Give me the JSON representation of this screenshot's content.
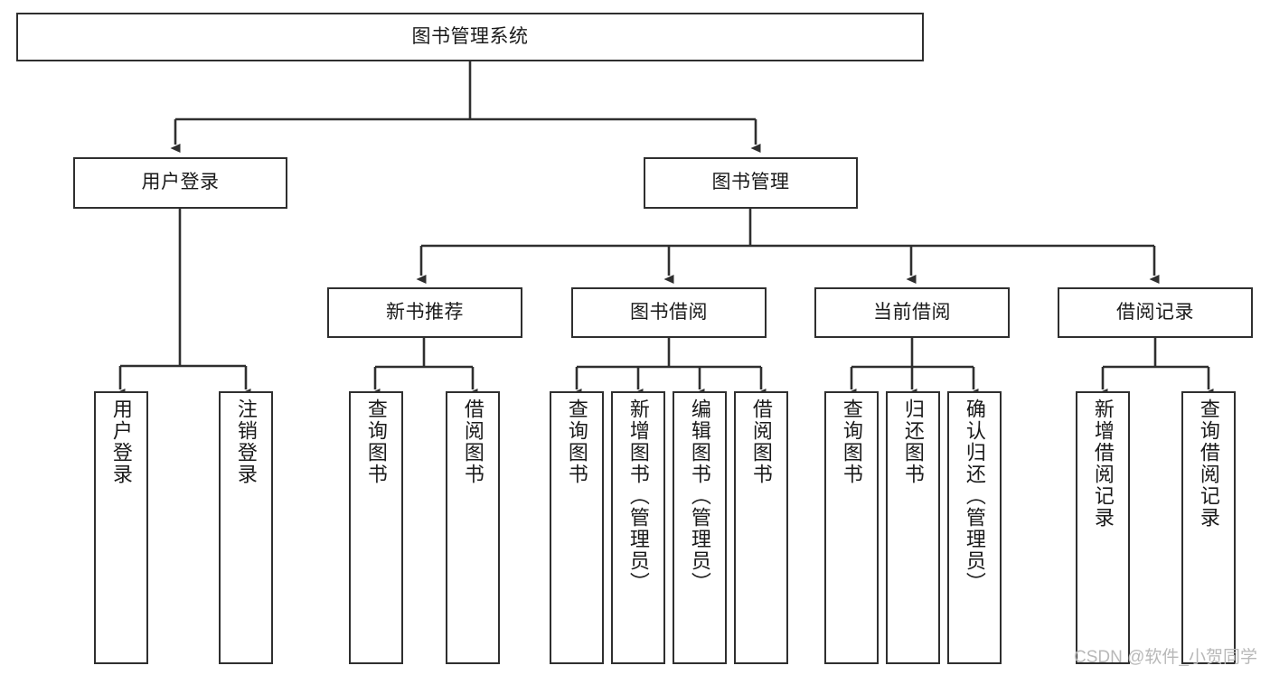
{
  "diagram": {
    "title": "图书管理系统",
    "type": "tree",
    "orientation": "top-down",
    "colors": {
      "background": "#ffffff",
      "box_border": "#2f2f2f",
      "box_fill": "#ffffff",
      "edge": "#2f2f2f",
      "text": "#1a1a1a",
      "watermark": "#b8b8b8"
    },
    "nodes": {
      "root": {
        "label": "图书管理系统"
      },
      "level2": [
        {
          "label": "用户登录"
        },
        {
          "label": "图书管理"
        }
      ],
      "level3": [
        {
          "label": "新书推荐"
        },
        {
          "label": "图书借阅"
        },
        {
          "label": "当前借阅"
        },
        {
          "label": "借阅记录"
        }
      ],
      "leaves": {
        "user_login": [
          {
            "label": "用户登录"
          },
          {
            "label": "注销登录"
          }
        ],
        "new_book_recommend": [
          {
            "label": "查询图书"
          },
          {
            "label": "借阅图书"
          }
        ],
        "book_borrow": [
          {
            "label": "查询图书"
          },
          {
            "label": "新增图书（管理员）"
          },
          {
            "label": "编辑图书（管理员）"
          },
          {
            "label": "借阅图书"
          }
        ],
        "current_borrow": [
          {
            "label": "查询图书"
          },
          {
            "label": "归还图书"
          },
          {
            "label": "确认归还（管理员）"
          }
        ],
        "borrow_record": [
          {
            "label": "新增借阅记录"
          },
          {
            "label": "查询借阅记录"
          }
        ]
      }
    }
  },
  "watermark": {
    "text": "CSDN @软件_小贺同学"
  }
}
